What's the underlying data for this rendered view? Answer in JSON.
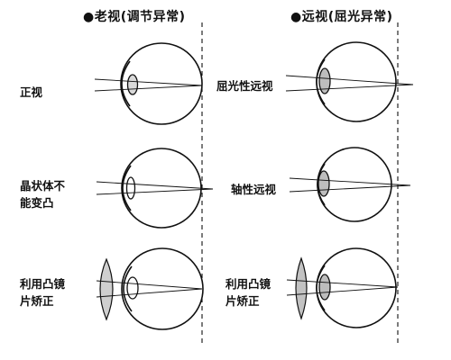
{
  "headers": {
    "left": "●老视(调节异常)",
    "right": "●远视(屈光异常)"
  },
  "labels": {
    "normal": "正视",
    "lens_line1": "晶状体不",
    "lens_line2": "能变凸",
    "convex_left_line1": "利用凸镜",
    "convex_left_line2": "片矫正",
    "refractive": "屈光性远视",
    "axial": "轴性远视",
    "convex_right_line1": "利用凸镜",
    "convex_right_line2": "片矫正"
  }
}
